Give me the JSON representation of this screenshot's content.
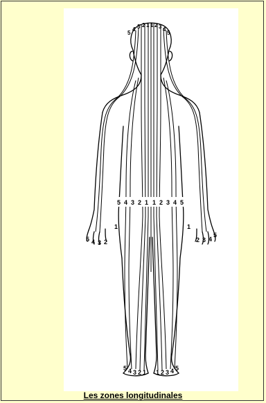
{
  "caption": "Les zones longitudinales",
  "labels": {
    "head": [
      "5",
      "4",
      "3",
      "2",
      "1",
      "1",
      "2",
      "3",
      "4",
      "5"
    ],
    "waist": [
      "5",
      "4",
      "3",
      "2",
      "1",
      "1",
      "2",
      "3",
      "4",
      "5"
    ],
    "left_hand": [
      "5",
      "4",
      "3",
      "2"
    ],
    "left_hand_thumb": "1",
    "right_hand": [
      "2",
      "3",
      "4",
      "5"
    ],
    "right_hand_thumb": "1",
    "left_foot": [
      "5",
      "4",
      "3",
      "2",
      "1"
    ],
    "right_foot": [
      "1",
      "2",
      "3",
      "4",
      "5"
    ]
  }
}
